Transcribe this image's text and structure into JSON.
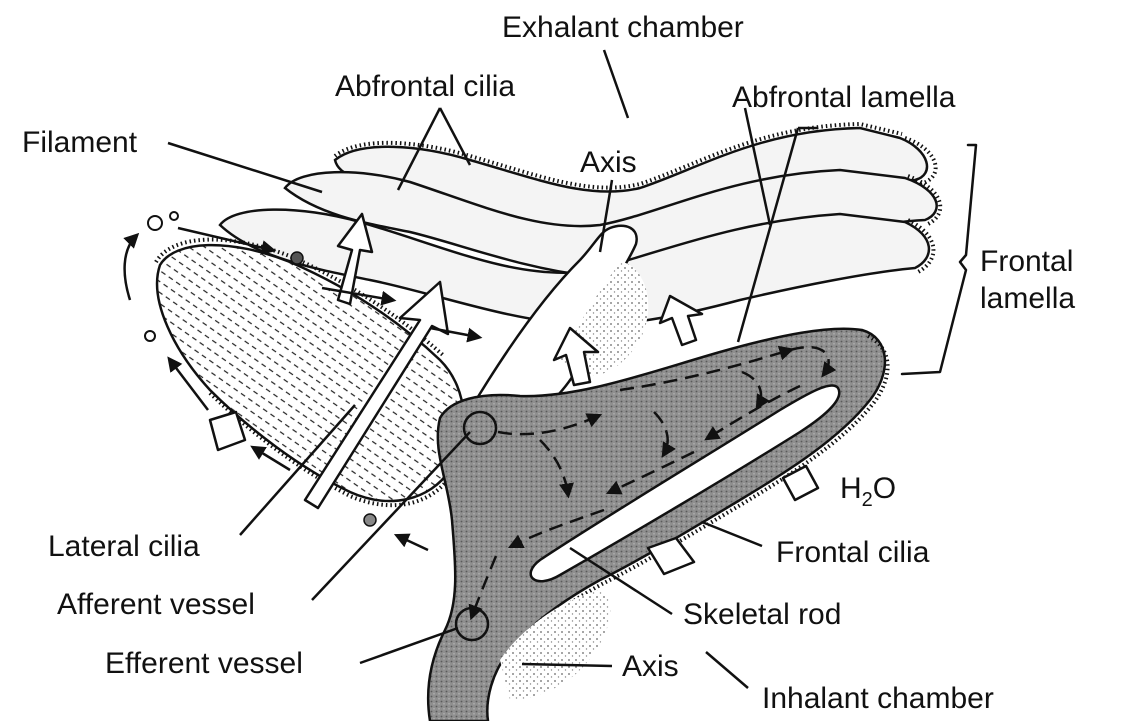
{
  "labels": {
    "exhalant_chamber": "Exhalant chamber",
    "abfrontal_cilia": "Abfrontal cilia",
    "abfrontal_lamella": "Abfrontal lamella",
    "filament": "Filament",
    "axis_top": "Axis",
    "frontal_lamella_line1": "Frontal",
    "frontal_lamella_line2": "lamella",
    "h2o_prefix": "H",
    "h2o_subscript": "2",
    "h2o_suffix": "O",
    "lateral_cilia": "Lateral cilia",
    "frontal_cilia": "Frontal cilia",
    "afferent_vessel": "Afferent vessel",
    "skeletal_rod": "Skeletal rod",
    "efferent_vessel": "Efferent vessel",
    "axis_bottom": "Axis",
    "inhalant_chamber": "Inhalant chamber"
  },
  "colors": {
    "ink": "#111111",
    "stipple": "#d9d9d9",
    "axis_fill": "#9c9c9c",
    "paper": "#ffffff"
  }
}
